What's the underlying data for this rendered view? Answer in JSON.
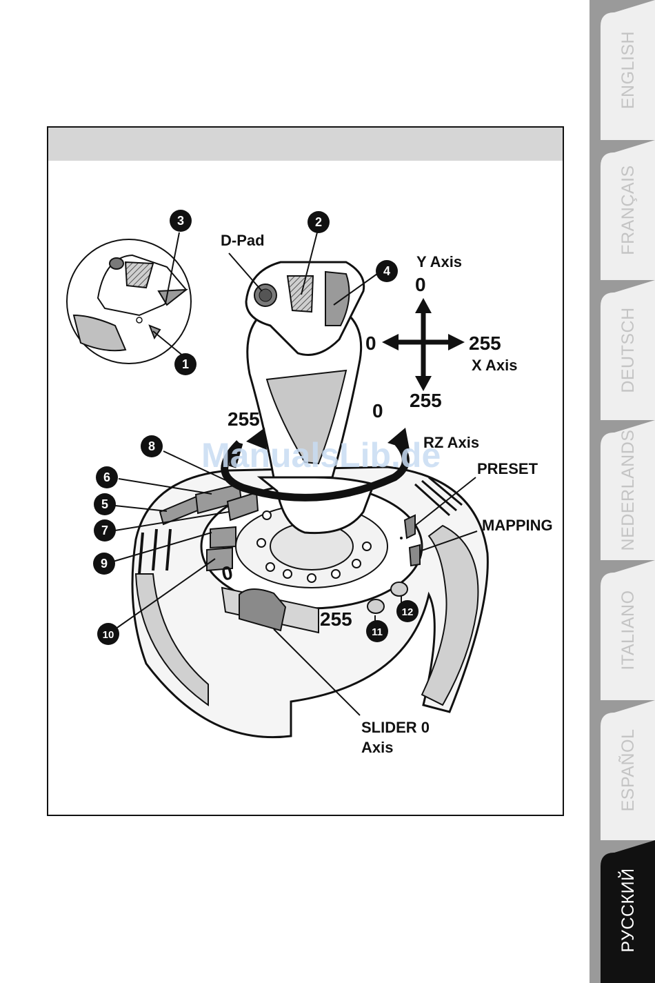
{
  "watermark": "ManualsLib.de",
  "tabs": [
    {
      "label": "ENGLISH"
    },
    {
      "label": "FRANÇAIS"
    },
    {
      "label": "DEUTSCH"
    },
    {
      "label": "NEDERLANDS"
    },
    {
      "label": "ITALIANO"
    },
    {
      "label": "ESPAÑOL"
    },
    {
      "label": "РУССКИЙ",
      "active": true
    }
  ],
  "colors": {
    "tab_bg": "#efefef",
    "tab_active_bg": "#111111",
    "tab_text": "#c4c4c4",
    "frame_header": "#d6d6d6"
  },
  "labels": {
    "dpad": "D-Pad",
    "y_axis": "Y Axis",
    "x_axis": "X Axis",
    "rz_axis": "RZ Axis",
    "preset": "PRESET",
    "mapping": "MAPPING",
    "slider_line1": "SLIDER 0",
    "slider_line2": "Axis"
  },
  "axis_values": {
    "y_top": "0",
    "y_bottom": "255",
    "x_left": "0",
    "x_right": "255",
    "rz_left": "255",
    "rz_right": "0",
    "slider_min": "0",
    "slider_max": "255"
  },
  "badges": [
    "1",
    "2",
    "3",
    "4",
    "5",
    "6",
    "7",
    "8",
    "9",
    "10",
    "11",
    "12"
  ]
}
